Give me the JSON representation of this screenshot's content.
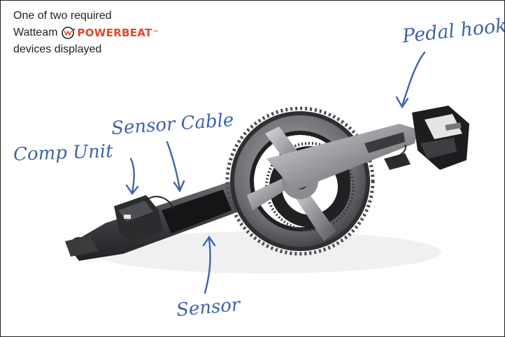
{
  "caption": {
    "line1": "One of two required",
    "line2_prefix": "Watteam",
    "brand": "POWERBEAT",
    "trademark": "™",
    "line3": "devices displayed"
  },
  "labels": {
    "pedal_hook": "Pedal hook",
    "sensor_cable": "Sensor Cable",
    "comp_unit": "Comp Unit",
    "sensor": "Sensor"
  },
  "colors": {
    "annotation": "#3f64a8",
    "brand": "#e0492a"
  },
  "icons": [
    "watteam-logo-icon"
  ]
}
